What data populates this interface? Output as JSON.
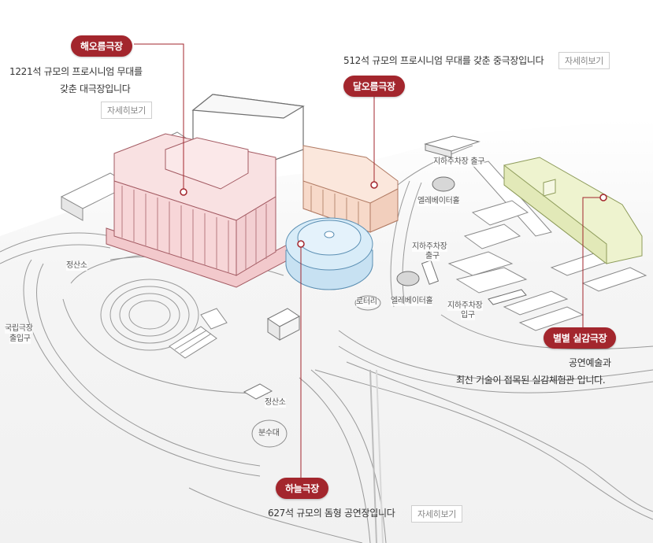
{
  "theaters": {
    "haeoreum": {
      "name": "해오름극장",
      "desc_line1": "1221석 규모의 프로시니엄 무대를",
      "desc_line2": "갖춘 대극장입니다",
      "more": "자세히보기"
    },
    "daloreum": {
      "name": "달오름극장",
      "desc": "512석 규모의 프로시니엄 무대를 갖춘 중극장입니다",
      "more": "자세히보기"
    },
    "haneul": {
      "name": "하늘극장",
      "desc": "627석 규모의 돔형 공연장입니다",
      "more": "자세히보기"
    },
    "byeolbyeol": {
      "name": "별별 실감극장",
      "desc_line1": "공연예술과",
      "desc_line2": "최신 기술이 접목된 실감체험관 입니다."
    }
  },
  "map_labels": {
    "parking_exit": "지하주차장 출구",
    "elevator_hall_1": "엘레베이터홀",
    "parking_exit_2_l1": "지하주차장",
    "parking_exit_2_l2": "출구",
    "rotary": "로터리",
    "elevator_hall_2": "엘레베이터홀",
    "parking_entrance_l1": "지하주차장",
    "parking_entrance_l2": "입구",
    "ticket_booth_1": "정산소",
    "theater_gate_l1": "국립극장",
    "theater_gate_l2": "출입구",
    "ticket_booth_2": "정산소",
    "fountain": "분수대"
  },
  "colors": {
    "accent": "#a3262d",
    "haeoreum_fill": "#f9e1e2",
    "daloreum_fill": "#fbe7dc",
    "haneul_fill": "#d8ecf8",
    "byeolbyeol_fill": "#eef3cf"
  }
}
